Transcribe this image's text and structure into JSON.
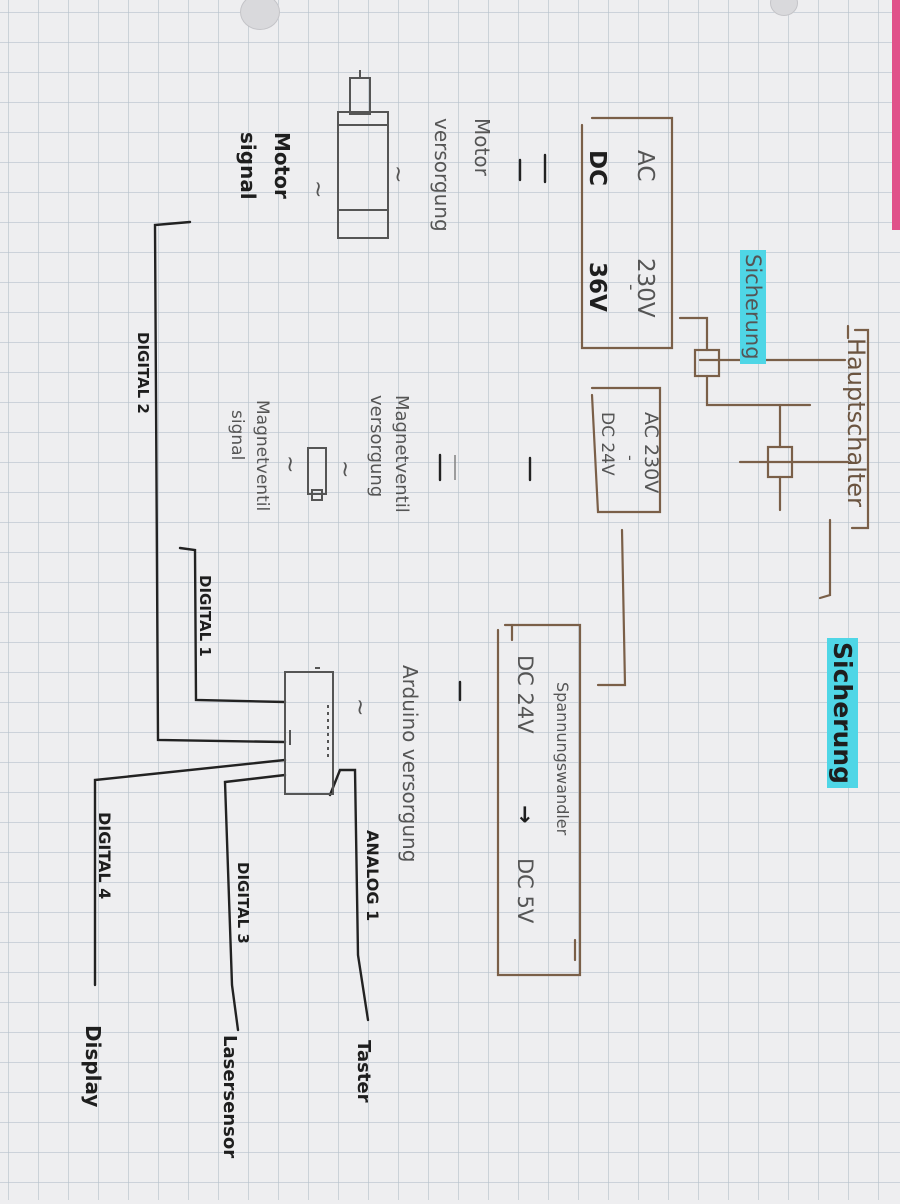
{
  "colors": {
    "paper": "#eeeef0",
    "grid": "#b8c2cc",
    "pen": "#1e1e1e",
    "pencil": "#666666",
    "brown": "#7a5f48",
    "highlight": "#4fd6e6",
    "edge": "#e0508a"
  },
  "labels": {
    "hauptschalter": "Hauptschalter",
    "sicherung_main": "Sicherung",
    "sicherung_psu": "Sicherung",
    "psu1_ac": "AC",
    "psu1_v230": "230V",
    "psu1_dash": "-",
    "psu1_dc": "DC",
    "psu1_v36": "36V",
    "psu2_ac": "AC 230V",
    "psu2_dash": "-",
    "psu2_dc": "DC 24V",
    "converter_title": "Spannungswandler",
    "converter_in": "DC 24V",
    "converter_arrow": "→",
    "converter_out": "DC 5V",
    "motor_supply_1": "Motor",
    "motor_supply_2": "versorgung",
    "motor_signal_1": "Motor",
    "motor_signal_2": "signal",
    "valve_supply_1": "Magnetventil",
    "valve_supply_2": "versorgung",
    "valve_signal_1": "Magnetventil",
    "valve_signal_2": "signal",
    "arduino_supply": "Arduino versorgung",
    "digital1": "DIGITAL 1",
    "digital2": "DIGITAL 2",
    "digital3": "DIGITAL 3",
    "digital4": "DIGITAL 4",
    "analog1": "ANALOG 1",
    "taster": "Taster",
    "lasersensor": "Lasersensor",
    "display": "Display",
    "tilde": "~"
  }
}
